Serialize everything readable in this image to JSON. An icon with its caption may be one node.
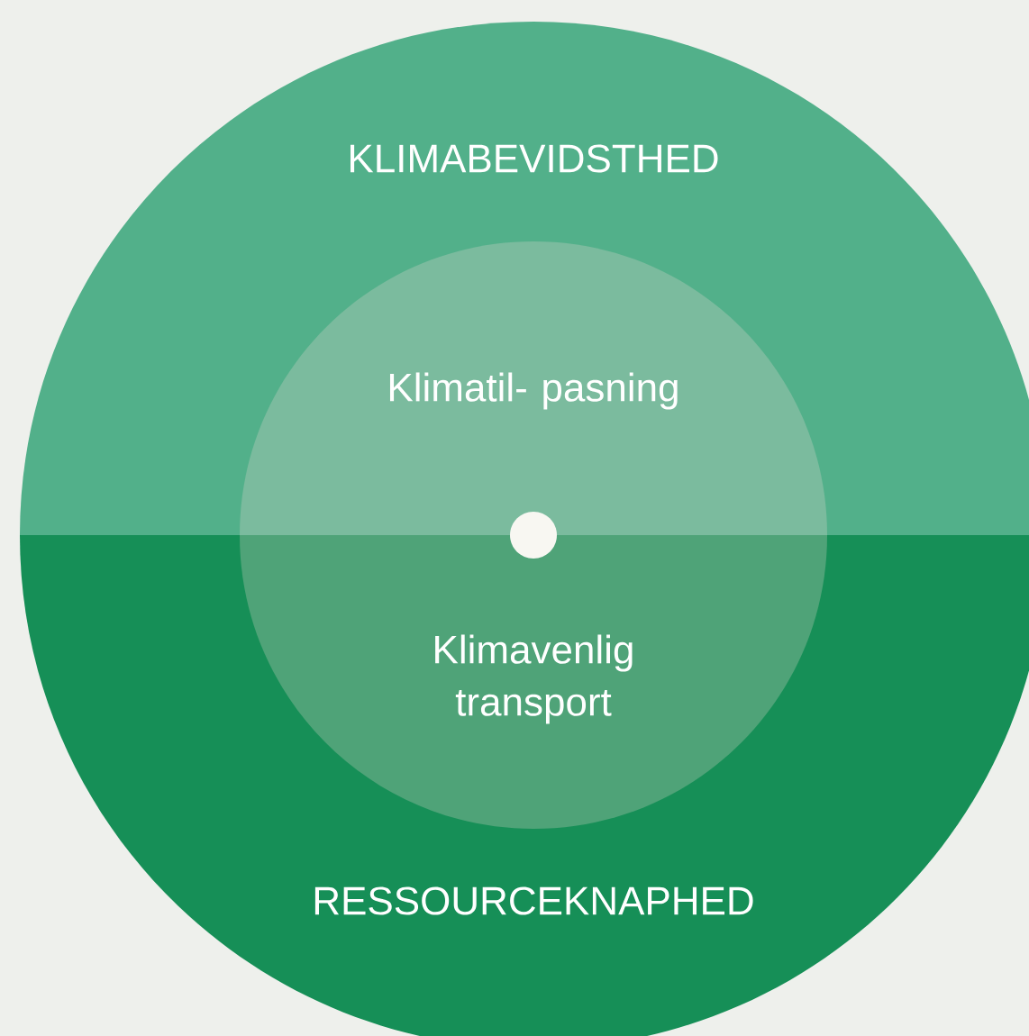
{
  "diagram": {
    "nodes": [
      {
        "text": [
          "KLIMABEVIDSTHED"
        ]
      },
      {
        "text": [
          "RESSOURCEKNAPHED"
        ]
      },
      {
        "text": [
          "Klimatil- pasning"
        ],
        "in": 0
      },
      {
        "text": [
          "Klimavenlig transport"
        ],
        "in": 1
      },
      {
        "text": [],
        "shape": "circle"
      }
    ]
  }
}
